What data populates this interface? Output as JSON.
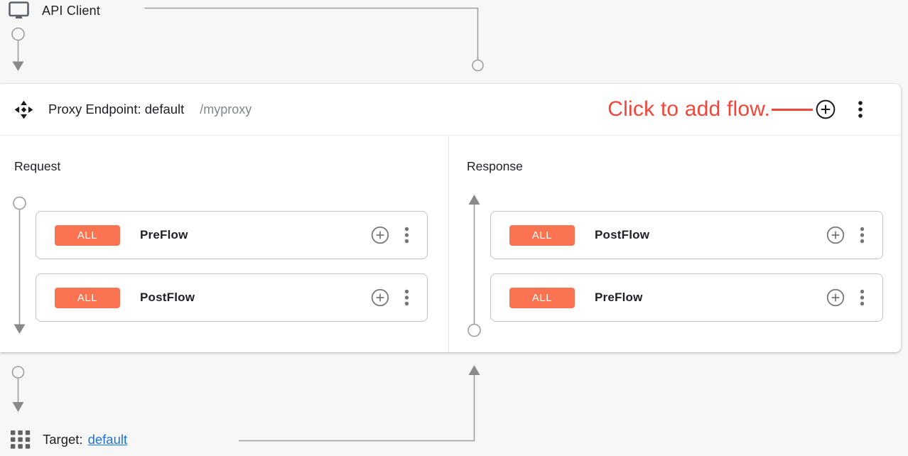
{
  "colors": {
    "badge_orange": "#fb7350",
    "annotation_red": "#f4453a",
    "link_blue": "#1a73e8"
  },
  "api_client": {
    "label": "API Client"
  },
  "proxy_panel": {
    "title": "Proxy Endpoint: default",
    "path": "/myproxy",
    "annotation": "Click to add flow.",
    "request": {
      "label": "Request",
      "flows": [
        {
          "badge": "ALL",
          "name": "PreFlow"
        },
        {
          "badge": "ALL",
          "name": "PostFlow"
        }
      ]
    },
    "response": {
      "label": "Response",
      "flows": [
        {
          "badge": "ALL",
          "name": "PostFlow"
        },
        {
          "badge": "ALL",
          "name": "PreFlow"
        }
      ]
    }
  },
  "target": {
    "label": "Target:",
    "link": "default"
  }
}
